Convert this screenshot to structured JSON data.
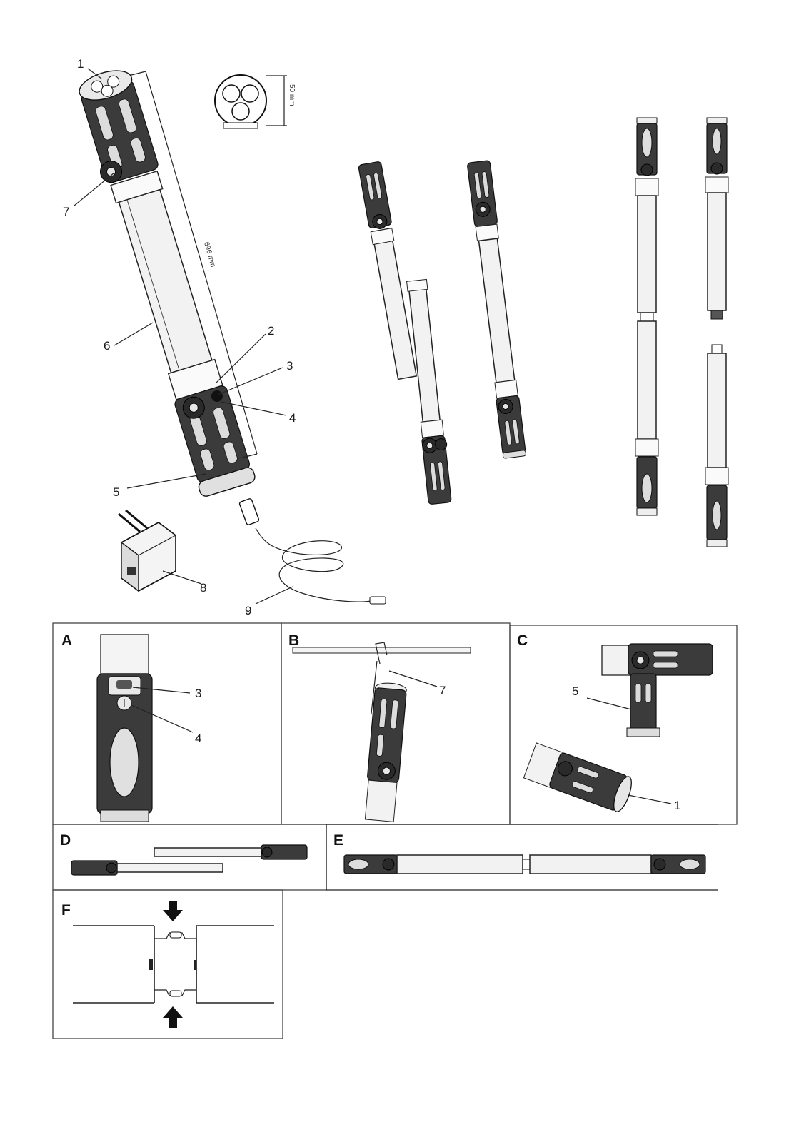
{
  "callouts": {
    "c1": "1",
    "c2": "2",
    "c3": "3",
    "c4": "4",
    "c5": "5",
    "c6": "6",
    "c7": "7",
    "c8": "8",
    "c9": "9"
  },
  "dimensions": {
    "diameter": "50 mm",
    "length": "696 mm"
  },
  "panels": {
    "A": {
      "letter": "A",
      "callouts": [
        "3",
        "4"
      ]
    },
    "B": {
      "letter": "B",
      "callouts": [
        "7"
      ]
    },
    "C": {
      "letter": "C",
      "callouts": [
        "5",
        "1"
      ]
    },
    "D": {
      "letter": "D"
    },
    "E": {
      "letter": "E"
    },
    "F": {
      "letter": "F"
    }
  }
}
